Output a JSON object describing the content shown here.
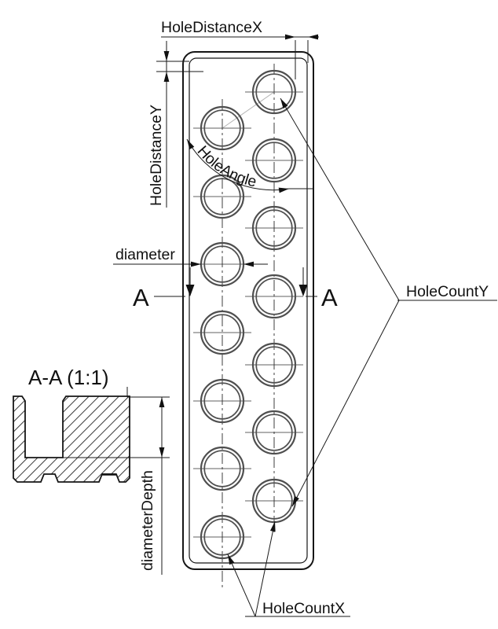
{
  "drawing": {
    "section_title": "A-A (1:1)",
    "section_letter": "A",
    "labels": {
      "hole_distance_x": "HoleDistanceX",
      "hole_distance_y": "HoleDistanceY",
      "hole_angle": "HoleAngle",
      "diameter": "diameter",
      "diameter_depth": "diameterDepth",
      "hole_count_y": "HoleCountY",
      "hole_count_x": "HoleCountX"
    },
    "hole_pattern": {
      "columns": 2,
      "holes_per_column": 7,
      "total_holes": 14,
      "staggered": true
    },
    "colors": {
      "line": "#1a1a1a",
      "hole_ring": "#4f4f4f",
      "reference_line": "#b3b3b3",
      "background": "#ffffff"
    }
  }
}
